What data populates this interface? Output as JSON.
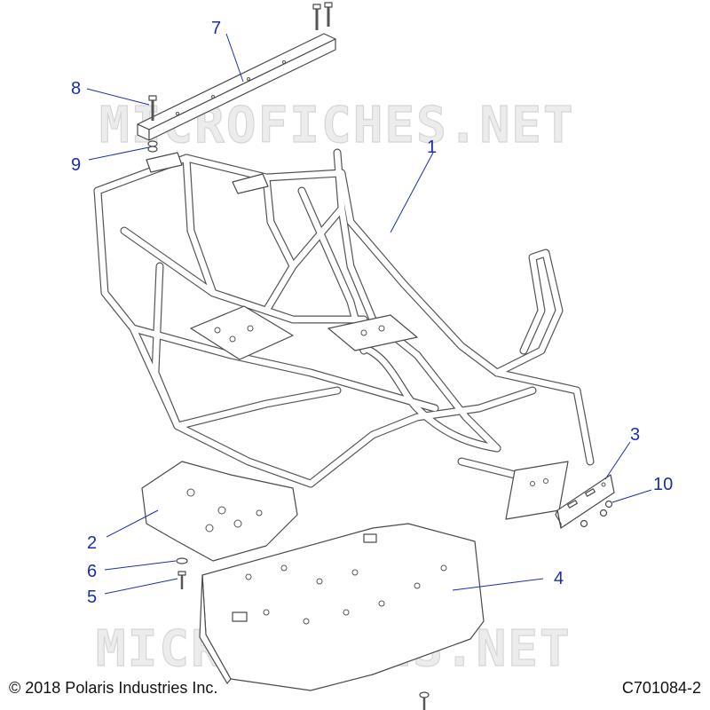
{
  "watermark": {
    "top": "MICROFICHES.NET",
    "bottom": "MICROFICHES.NET"
  },
  "callouts": {
    "c1": "1",
    "c2": "2",
    "c3": "3",
    "c4": "4",
    "c5": "5",
    "c6": "6",
    "c7": "7",
    "c8": "8",
    "c9": "9",
    "c10": "10"
  },
  "footer": {
    "copyright": "© 2018 Polaris Industries Inc.",
    "figure_id": "C701084-2"
  },
  "colors": {
    "callout": "#1a2fa8",
    "line_art": "#4a4a4a",
    "watermark": "#d6d6d6"
  }
}
